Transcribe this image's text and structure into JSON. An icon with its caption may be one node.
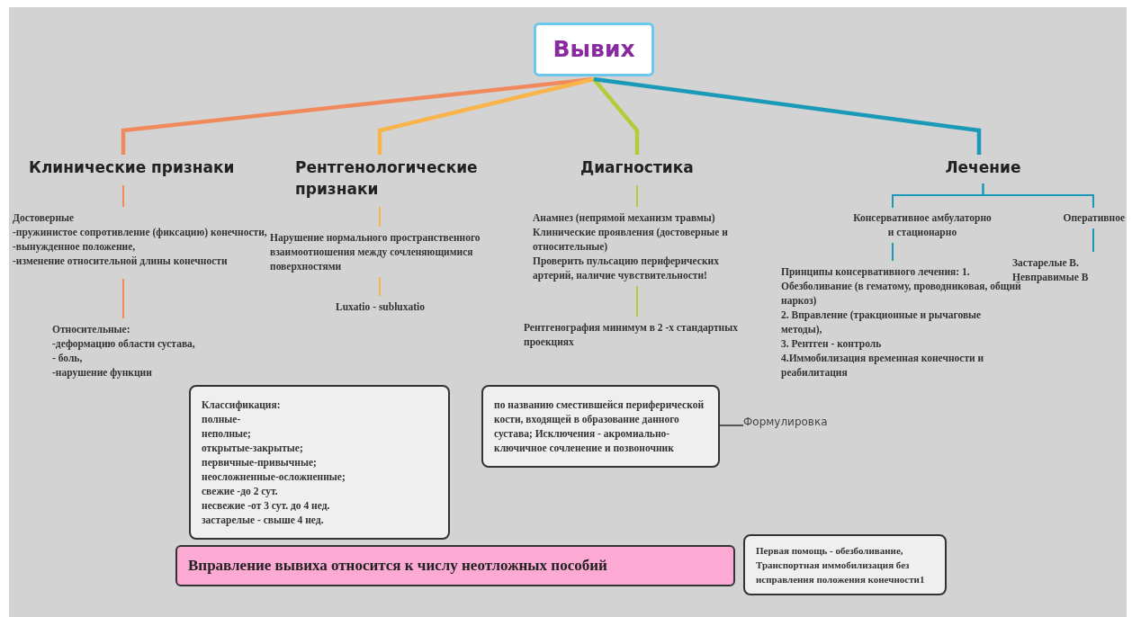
{
  "diagram": {
    "nodes": [
      {
        "text": [
          "Вывих"
        ]
      },
      {
        "text": [
          "Клинические признаки"
        ]
      },
      {
        "text": [
          "Рентгенологические признаки"
        ]
      },
      {
        "text": [
          "Диагностика"
        ]
      },
      {
        "text": [
          "Лечение"
        ]
      },
      {
        "text": [
          "Достоверные",
          "-пружинистое сопротивление (фиксацию) конечности,",
          "-вынужденное положение,",
          "-изменение относительной длины конечности"
        ]
      },
      {
        "text": [
          "Относительные:",
          "-деформацию области сустава,",
          "- боль,",
          "-нарушение функции"
        ]
      },
      {
        "text": [
          "Нарушение нормального пространственного взаимоотношения между  сочленяющимися поверхностями"
        ]
      },
      {
        "text": [
          "Luxatio - subluxatio"
        ]
      },
      {
        "text": [
          "Анамнез (непрямой механизм травмы)",
          "Клинические проявления (достоверные и относительные)",
          "Проверить пульсацию периферических артерий, наличие чувствительности!"
        ]
      },
      {
        "text": [
          "Рентгенография минимум в 2 -х стандартных проекциях"
        ]
      },
      {
        "text": [
          "Консервативное амбулаторно и стационарно"
        ]
      },
      {
        "text": [
          "Оперативное"
        ]
      },
      {
        "text": [
          "Принципы консервативного лечения:      1. Обезболивание (в гематому, проводниковая, общий наркоз)",
          "2. Вправление (тракционные и  рычаговые методы),",
          "3. Рентген - контроль",
          "4.Иммобилизация временная  конечности и реабилитация"
        ]
      },
      {
        "text": [
          "Застарелые В.",
          "Невправимые В"
        ]
      },
      {
        "text": [
          "Классификация:",
          "полные-",
          "неполные;",
          "открытые-закрытые;",
          "первичные-привычные;",
          "неосложненные-осложненные;",
          "свежие -до 2 сут.",
          "несвежие -от 3  сут. до 4 нед.",
          "застарелые - свыше 4 нед."
        ]
      },
      {
        "text": [
          "по названию сместившейся периферической кости, входящей в образование данного сустава; Исключения - акромиально-ключичное сочленение и позвоночник"
        ]
      },
      {
        "text": [
          "Формулировка"
        ]
      },
      {
        "text": [
          "Вправление вывиха относится к числу неотложных пособий"
        ]
      },
      {
        "text": [
          "Первая помощь - обезболивание,",
          "Транспортная иммобилизация без исправления положения конечности1"
        ]
      }
    ],
    "edges": [
      {
        "from": 0,
        "to": 1,
        "arrow": "none",
        "style": "thick",
        "color": "#f08a5d"
      },
      {
        "from": 0,
        "to": 2,
        "arrow": "none",
        "style": "thick",
        "color": "#f9b44c"
      },
      {
        "from": 0,
        "to": 3,
        "arrow": "none",
        "style": "thick",
        "color": "#b5cc3a"
      },
      {
        "from": 0,
        "to": 4,
        "arrow": "none",
        "style": "thick",
        "color": "#1a9ab8"
      },
      {
        "from": 1,
        "to": 5,
        "arrow": "none",
        "color": "#f08a5d"
      },
      {
        "from": 5,
        "to": 6,
        "arrow": "none",
        "color": "#f08a5d"
      },
      {
        "from": 2,
        "to": 7,
        "arrow": "none",
        "color": "#f9b44c"
      },
      {
        "from": 7,
        "to": 8,
        "arrow": "none",
        "color": "#f9b44c"
      },
      {
        "from": 3,
        "to": 9,
        "arrow": "none",
        "color": "#b5cc3a"
      },
      {
        "from": 9,
        "to": 10,
        "arrow": "none",
        "color": "#b5cc3a"
      },
      {
        "from": 4,
        "to": 11,
        "arrow": "none",
        "color": "#1a9ab8"
      },
      {
        "from": 4,
        "to": 12,
        "arrow": "none",
        "color": "#1a9ab8"
      },
      {
        "from": 11,
        "to": 13,
        "arrow": "none",
        "color": "#1a9ab8"
      },
      {
        "from": 12,
        "to": 14,
        "arrow": "none",
        "color": "#1a9ab8"
      },
      {
        "from": 16,
        "to": 17,
        "arrow": "none",
        "color": "#555555"
      }
    ]
  }
}
